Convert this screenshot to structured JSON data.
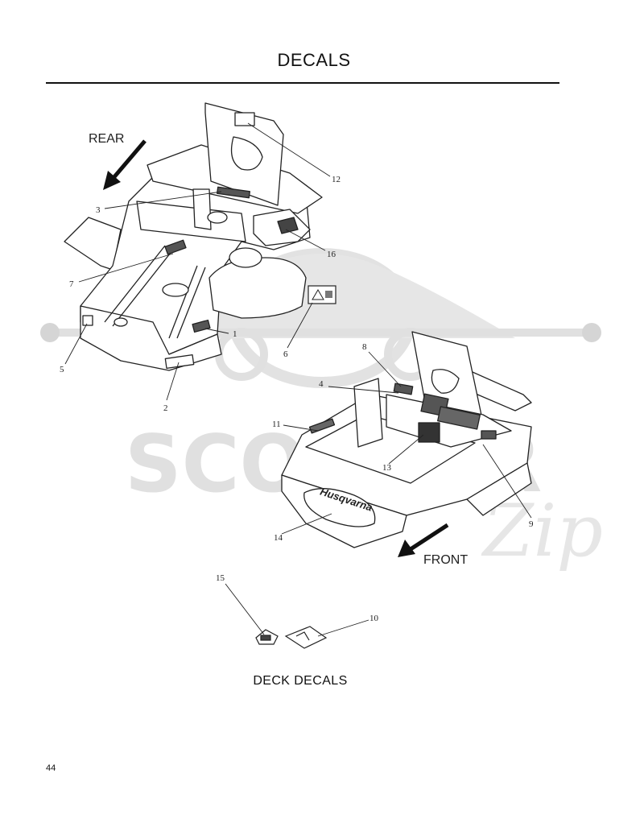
{
  "page": {
    "title": "DECALS",
    "page_number": "44",
    "deck_caption": "DECK DECALS"
  },
  "labels": {
    "rear": "REAR",
    "front": "FRONT"
  },
  "callouts": [
    "1",
    "2",
    "3",
    "4",
    "5",
    "6",
    "7",
    "8",
    "9",
    "10",
    "11",
    "12",
    "13",
    "14",
    "15",
    "16"
  ],
  "decal_text": {
    "brand": "Husqvarna"
  },
  "watermark": {
    "text": "SCOOTER",
    "script": "Zip",
    "color": "#d9d9d9"
  },
  "colors": {
    "ink": "#111111",
    "watermark": "#d9d9d9"
  }
}
